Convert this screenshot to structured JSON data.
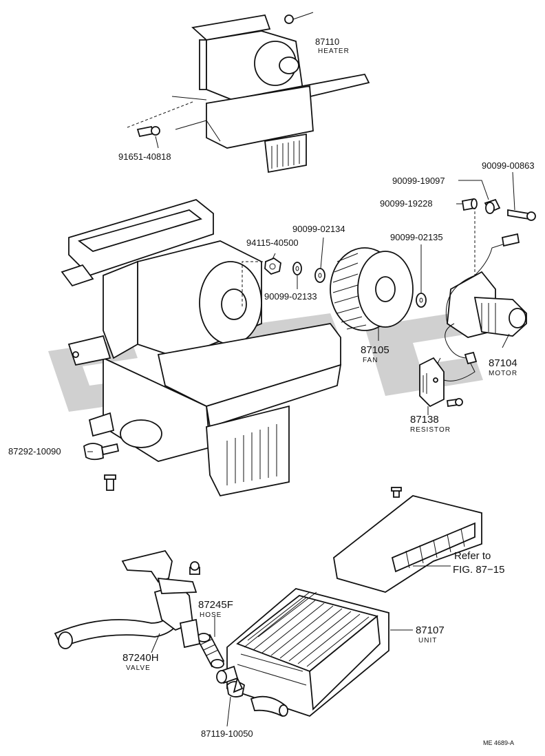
{
  "parts": [
    {
      "id": "heater",
      "number": "87110",
      "name": "HEATER"
    },
    {
      "id": "bolt-top",
      "number": "91651-40818",
      "name": ""
    },
    {
      "id": "washer-a",
      "number": "90099-19097",
      "name": ""
    },
    {
      "id": "washer-b",
      "number": "90099-00863",
      "name": ""
    },
    {
      "id": "grommet",
      "number": "90099-19228",
      "name": ""
    },
    {
      "id": "nut",
      "number": "94115-40500",
      "name": ""
    },
    {
      "id": "washer-c",
      "number": "90099-02134",
      "name": ""
    },
    {
      "id": "washer-d",
      "number": "90099-02135",
      "name": ""
    },
    {
      "id": "washer-e",
      "number": "90099-02133",
      "name": ""
    },
    {
      "id": "fan",
      "number": "87105",
      "name": "FAN"
    },
    {
      "id": "motor",
      "number": "87104",
      "name": "MOTOR"
    },
    {
      "id": "resistor",
      "number": "87138",
      "name": "RESISTOR"
    },
    {
      "id": "clamp",
      "number": "87292-10090",
      "name": ""
    },
    {
      "id": "hose",
      "number": "87245F",
      "name": "HOSE"
    },
    {
      "id": "valve",
      "number": "87240H",
      "name": "VALVE"
    },
    {
      "id": "unit",
      "number": "87107",
      "name": "UNIT"
    },
    {
      "id": "hose-clamp",
      "number": "87119-10050",
      "name": ""
    }
  ],
  "reference": {
    "line1": "Refer to",
    "line2": "FIG. 87−15"
  },
  "code": "ME 4689-A",
  "watermark_color": "#c8c8c8"
}
